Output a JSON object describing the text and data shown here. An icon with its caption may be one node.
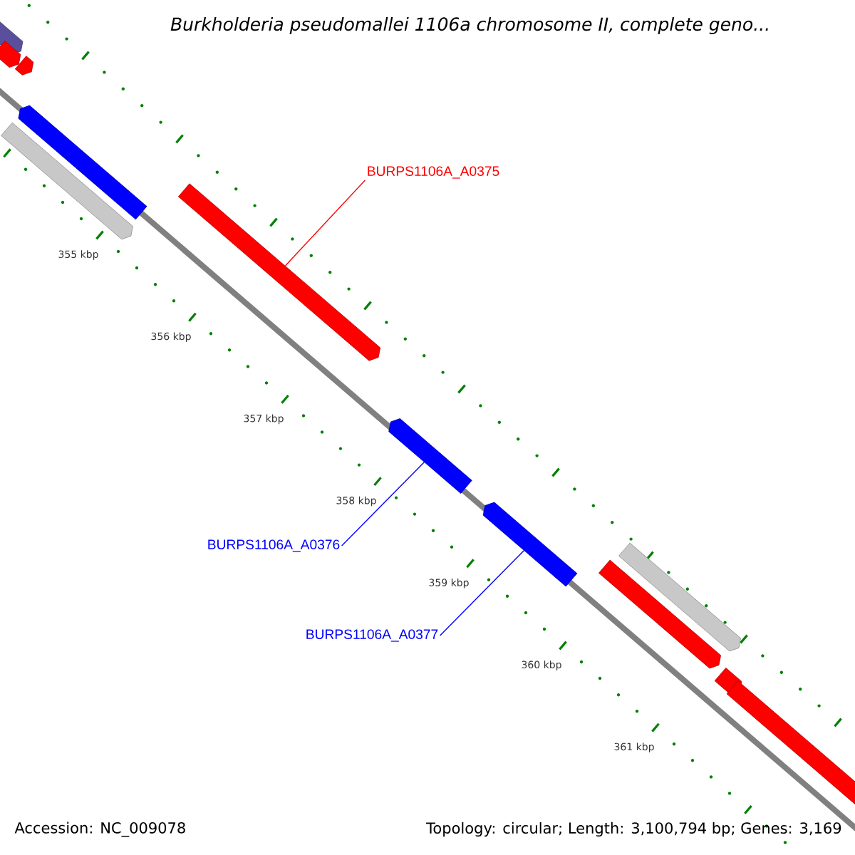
{
  "diagram": {
    "title": "Burkholderia pseudomallei 1106a chromosome II, complete geno...",
    "nodes": [
      {
        "text": [
          "BURPS1106A_A0375"
        ]
      },
      {
        "text": [
          "BURPS1106A_A0376"
        ]
      },
      {
        "text": [
          "BURPS1106A_A0377"
        ]
      },
      {
        "text": [],
        "shape": "bar"
      },
      {
        "text": [],
        "shape": "bar"
      },
      {
        "text": [],
        "shape": "bar"
      }
    ],
    "edges": [
      {
        "from": 0,
        "to": 3,
        "arrow": "none",
        "color": "#ff0000"
      },
      {
        "from": 1,
        "to": 4,
        "arrow": "none"
      },
      {
        "from": 2,
        "to": 5,
        "arrow": "none"
      }
    ],
    "labels": [
      "355 kbp",
      "356 kbp",
      "357 kbp",
      "358 kbp",
      "359 kbp",
      "360 kbp",
      "361 kbp",
      "Accession: NC_009078",
      "Topology: circular; Length: 3,100,794 bp; Genes: 3,169"
    ]
  }
}
